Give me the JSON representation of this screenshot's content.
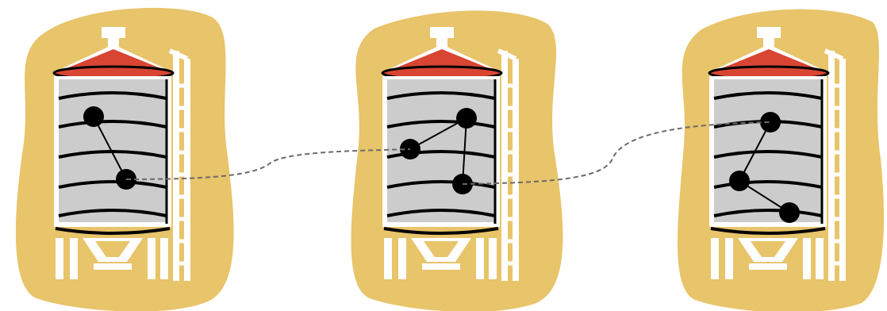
{
  "colors": {
    "background": "#ffffff",
    "blob": "#e8c46a",
    "roof": "#d84532",
    "tank": "#cccccc",
    "structure": "#ffffff",
    "outline": "#000000",
    "node": "#000000",
    "link": "#000000",
    "connector": "#6b6b6b"
  },
  "silos": [
    {
      "name": "silo-1",
      "nodes": 2,
      "edges": [
        [
          0,
          1
        ]
      ]
    },
    {
      "name": "silo-2",
      "nodes": 3,
      "edges": [
        [
          0,
          1
        ],
        [
          0,
          2
        ]
      ]
    },
    {
      "name": "silo-3",
      "nodes": 3,
      "edges": [
        [
          0,
          1
        ],
        [
          1,
          2
        ]
      ]
    }
  ],
  "connectors": [
    {
      "name": "connector-silo-1-to-silo-2",
      "from_silo": 0,
      "from_node": 1,
      "to_silo": 1,
      "to_node": 1,
      "style": "dashed"
    },
    {
      "name": "connector-silo-2-to-silo-3",
      "from_silo": 1,
      "from_node": 2,
      "to_silo": 2,
      "to_node": 0,
      "style": "dashed"
    }
  ]
}
